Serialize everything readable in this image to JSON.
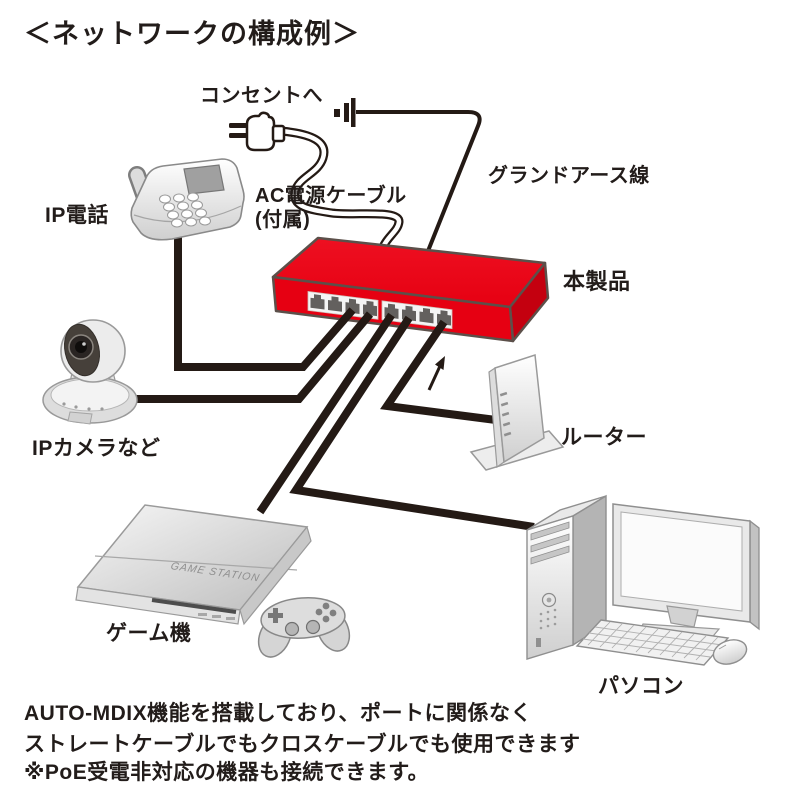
{
  "title": "＜ネットワークの構成例＞",
  "diagram": {
    "labels": {
      "outlet": "コンセントへ",
      "ac_cable": "AC電源ケーブル",
      "ac_cable_note": "(付属)",
      "ground_wire": "グランドアース線",
      "product": "本製品",
      "ip_phone": "IP電話",
      "ip_camera": "IPカメラなど",
      "router": "ルーター",
      "game_console": "ゲーム機",
      "pc": "パソコン"
    },
    "game_console_brand": "GAME STATION",
    "colors": {
      "product_red": "#e60012",
      "product_red_side": "#c4000f",
      "cable_black": "#241a15",
      "text": "#221c1a",
      "device_gray": "#d9d9d9"
    }
  },
  "footnotes": [
    "AUTO-MDIX機能を搭載しており、ポートに関係なく",
    "ストレートケーブルでもクロスケーブルでも使用できます",
    "※PoE受電非対応の機器も接続できます。"
  ]
}
